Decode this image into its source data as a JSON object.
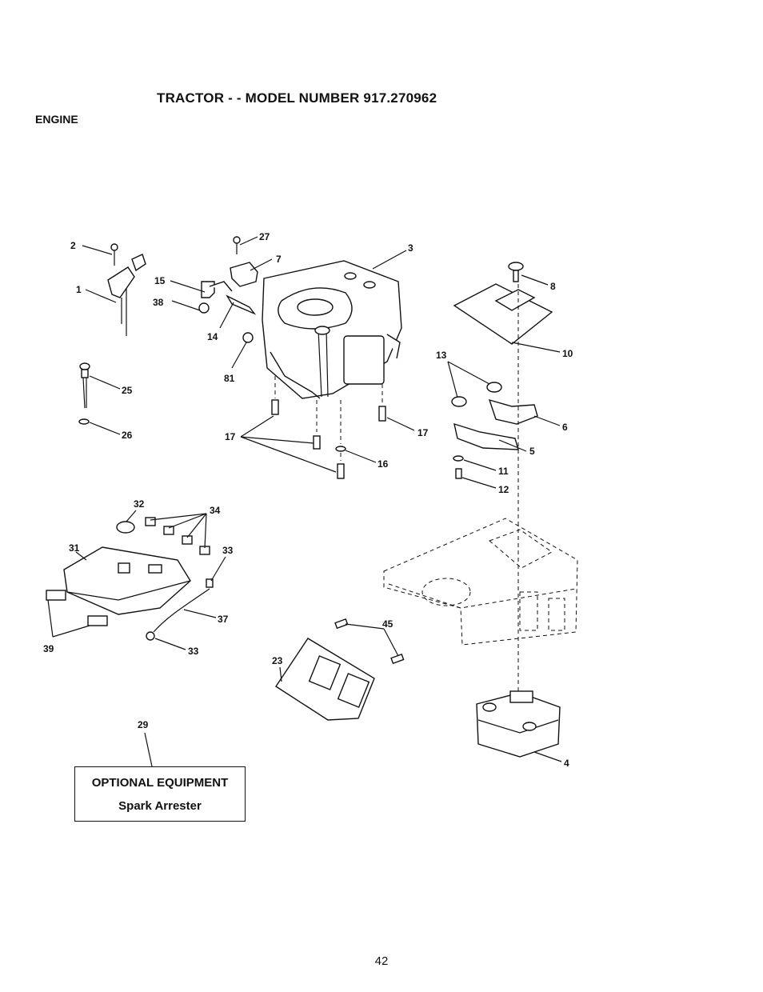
{
  "header": {
    "title": "TRACTOR - - MODEL NUMBER 917.270962",
    "section": "ENGINE"
  },
  "callouts": {
    "c1": "1",
    "c2": "2",
    "c3": "3",
    "c4": "4",
    "c5": "5",
    "c6": "6",
    "c7": "7",
    "c8": "8",
    "c10": "10",
    "c11": "11",
    "c12": "12",
    "c13": "13",
    "c14": "14",
    "c15": "15",
    "c16": "16",
    "c17a": "17",
    "c17b": "17",
    "c23": "23",
    "c25": "25",
    "c26": "26",
    "c27": "27",
    "c29": "29",
    "c31": "31",
    "c32": "32",
    "c33a": "33",
    "c33b": "33",
    "c34": "34",
    "c37": "37",
    "c38": "38",
    "c39": "39",
    "c45": "45",
    "c81": "81"
  },
  "optional_equipment": {
    "heading": "OPTIONAL EQUIPMENT",
    "item": "Spark Arrester"
  },
  "footer": {
    "page_number": "42"
  }
}
